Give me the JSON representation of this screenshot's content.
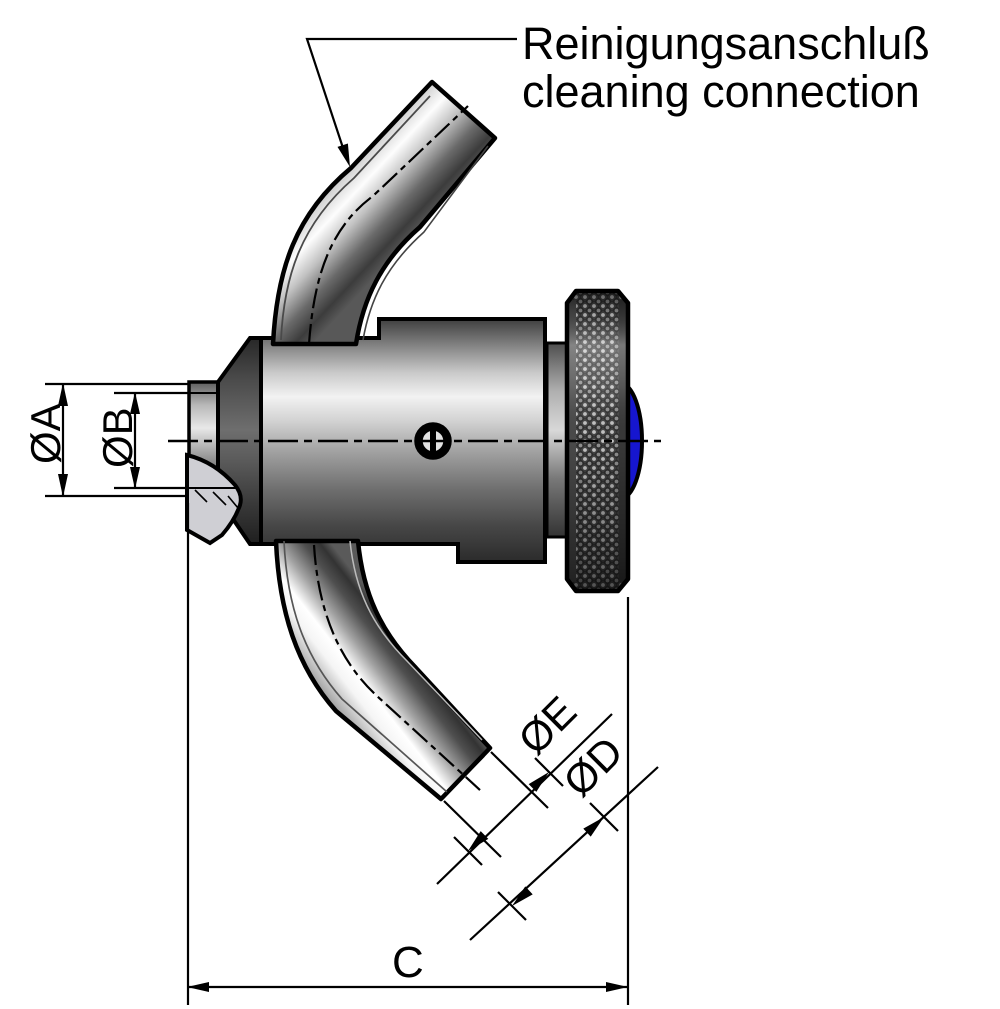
{
  "annotation": {
    "label_de": "Reinigungsanschluß",
    "label_en": "cleaning connection"
  },
  "dimension_labels": {
    "outer_tip_diameter": "ØA",
    "tip_bore_diameter": "ØB",
    "overall_length": "C",
    "pipe_outer_diameter": "ØD",
    "pipe_bore_diameter": "ØE"
  },
  "colors": {
    "line": "#000000",
    "background": "#ffffff",
    "seal_blue": "#1616cf",
    "metal_highlight": "#f2f2f2",
    "metal_shadow": "#2b2b2b",
    "knurl_base": "#454545"
  }
}
